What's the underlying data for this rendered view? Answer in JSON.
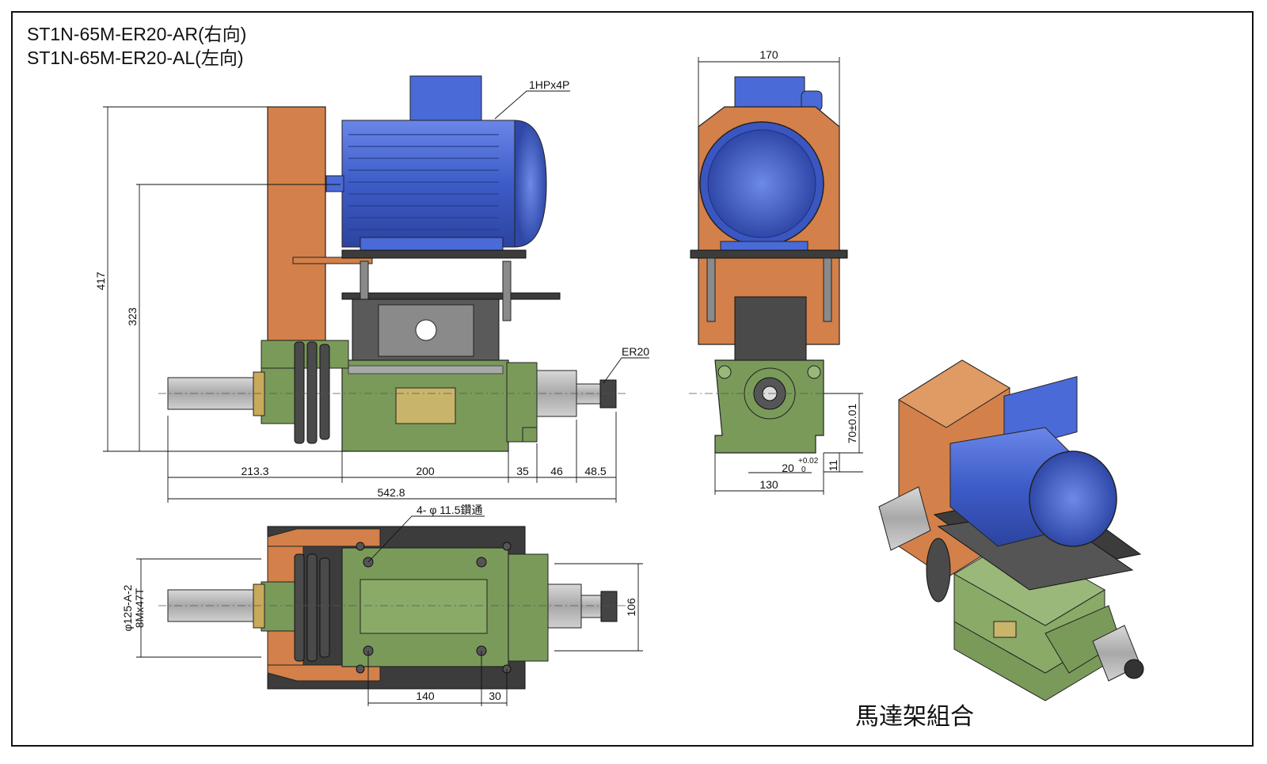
{
  "titles": {
    "line1": "ST1N-65M-ER20-AR(右向)",
    "line2": "ST1N-65M-ER20-AL(左向)"
  },
  "labels": {
    "motor": "1HPx4P",
    "collet": "ER20",
    "holes": "4- φ 11.5鑽通",
    "bore": "φ125-A-2",
    "spline": "8Mx47T",
    "tolerance_upper": "+0.02",
    "tolerance_lower": "0"
  },
  "dimensions": {
    "front": {
      "h_total": "417",
      "h_axis": "323",
      "w_tail": "213.3",
      "w_body": "200",
      "w_a": "35",
      "w_b": "46",
      "w_c": "48.5",
      "w_total": "542.8"
    },
    "side": {
      "w_top": "170",
      "axis_h": "70±0.01",
      "base_h": "11",
      "key": "20",
      "w_base": "130"
    },
    "top": {
      "h": "106",
      "hole_span": "140",
      "end": "30"
    }
  },
  "caption": "馬達架組合",
  "colors": {
    "motor_blue": "#4a6ad8",
    "body_green": "#7a9a5a",
    "bracket_orange": "#d4804a",
    "shaft_gray": "#b7b7b7",
    "plate_dark": "#3c3c3c"
  }
}
